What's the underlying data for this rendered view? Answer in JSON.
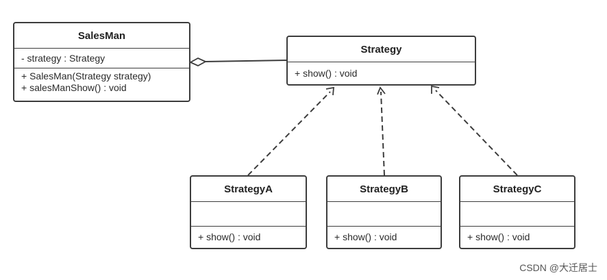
{
  "classes": {
    "salesman": {
      "name": "SalesMan",
      "attributes": [
        "- strategy : Strategy"
      ],
      "operations": [
        "+ SalesMan(Strategy strategy)",
        "+ salesManShow() : void"
      ]
    },
    "strategy": {
      "name": "Strategy",
      "attributes": [],
      "operations": [
        "+ show() : void"
      ]
    },
    "strategy_a": {
      "name": "StrategyA",
      "attributes": [],
      "operations": [
        "+ show() : void"
      ]
    },
    "strategy_b": {
      "name": "StrategyB",
      "attributes": [],
      "operations": [
        "+ show() : void"
      ]
    },
    "strategy_c": {
      "name": "StrategyC",
      "attributes": [],
      "operations": [
        "+ show() : void"
      ]
    }
  },
  "relations": [
    {
      "type": "aggregation",
      "from": "salesman",
      "to": "strategy"
    },
    {
      "type": "realization",
      "from": "strategy_a",
      "to": "strategy"
    },
    {
      "type": "realization",
      "from": "strategy_b",
      "to": "strategy"
    },
    {
      "type": "realization",
      "from": "strategy_c",
      "to": "strategy"
    }
  ],
  "colors": {
    "line": "#3c3c3c",
    "background": "#ffffff"
  },
  "watermark": "CSDN @大迁居士"
}
